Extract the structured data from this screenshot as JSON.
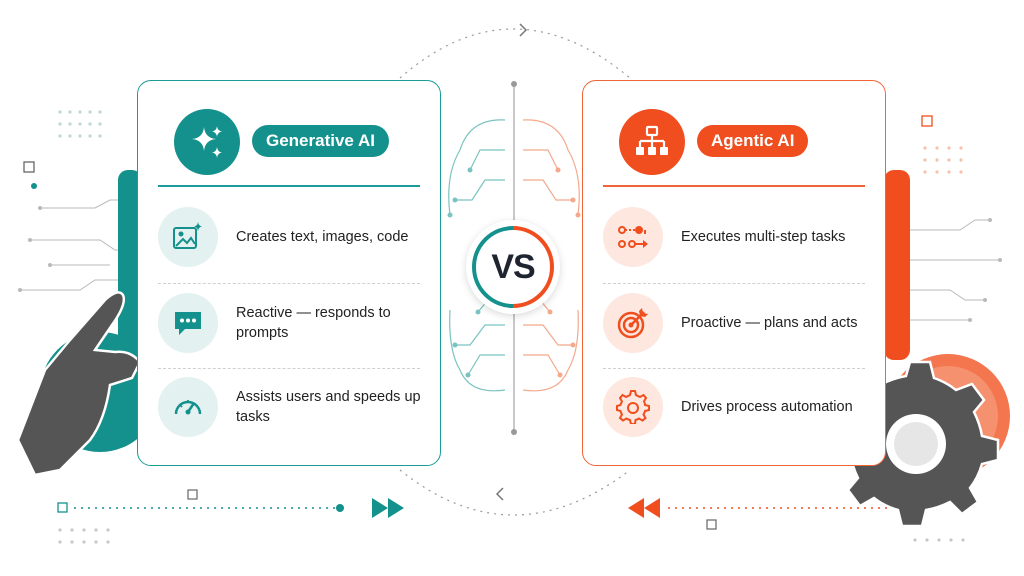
{
  "generative": {
    "title": "Generative AI",
    "items": [
      {
        "text": "Creates text, images, code",
        "icon": "image-sparkle-icon"
      },
      {
        "text": "Reactive — responds to prompts",
        "icon": "chat-bubble-icon"
      },
      {
        "text": "Assists users and speeds up tasks",
        "icon": "speedometer-icon"
      }
    ],
    "color": "#14918c",
    "header_icon": "sparkles-icon"
  },
  "agentic": {
    "title": "Agentic AI",
    "items": [
      {
        "text": "Executes multi-step tasks",
        "icon": "workflow-steps-icon"
      },
      {
        "text": "Proactive — plans and acts",
        "icon": "target-arrow-icon"
      },
      {
        "text": "Drives process automation",
        "icon": "gear-icon"
      }
    ],
    "color": "#f04e1e",
    "header_icon": "hierarchy-icon"
  },
  "center": {
    "label": "VS",
    "decoration": "circuit-brain-icon"
  },
  "decorations": [
    "pointing-hand-icon",
    "mechanical-gear-icon",
    "fast-forward-icon",
    "rewind-icon"
  ]
}
